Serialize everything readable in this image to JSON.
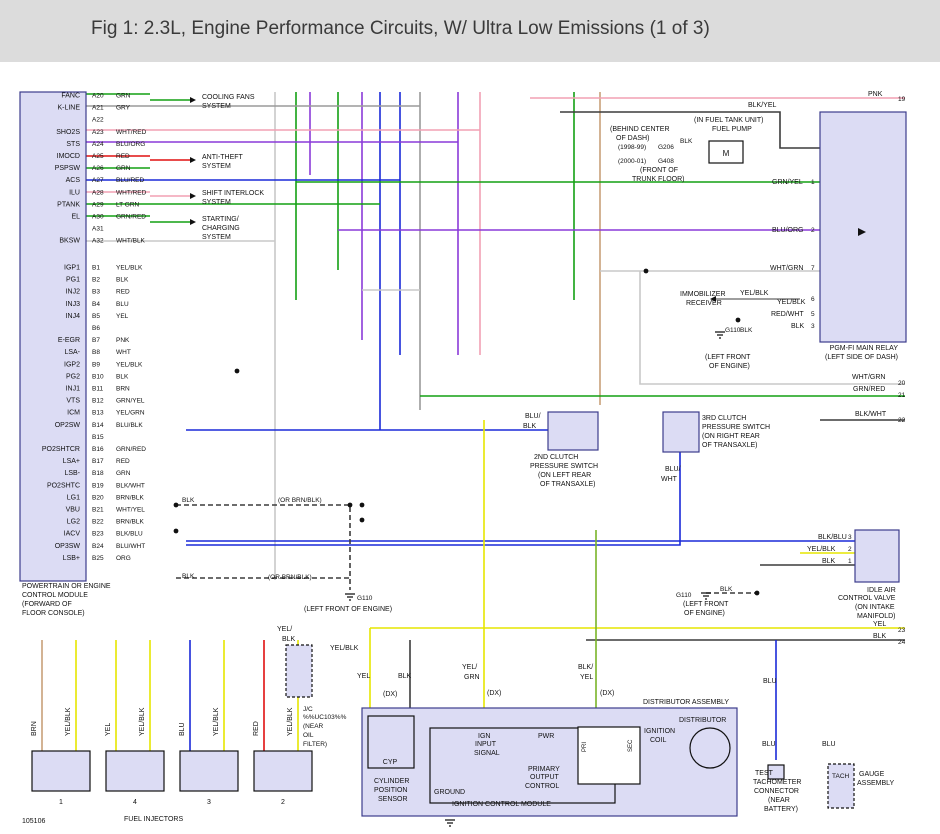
{
  "title": "Fig 1: 2.3L, Engine Performance Circuits, W/ Ultra Low Emissions (1 of 3)",
  "figure_id": "105106",
  "colors": {
    "header_bg": "#dcdcdc",
    "module_fill": "#dcdcf4",
    "module_stroke": "#3c3c8c",
    "green": "#14a014",
    "white_wire": "#c8c8c8",
    "blue": "#1a2ad8",
    "orange": "#ff8c00",
    "red": "#e01010",
    "gray": "#9a9a9a",
    "purple": "#8a3ad8",
    "pink": "#f2a0b4",
    "yellow": "#e6e600",
    "brown": "#c8a07a",
    "dark": "#3c3c3c",
    "green_black": "#7ab428"
  },
  "pcm": {
    "label": "POWERTRAIN OR ENGINE CONTROL MODULE (FORWARD OF FLOOR CONSOLE)",
    "pins_a": [
      {
        "n": "FANC",
        "p": "A20",
        "w": "GRN",
        "c": "green"
      },
      {
        "n": "K-LINE",
        "p": "A21",
        "w": "GRY",
        "c": "gray"
      },
      {
        "n": "",
        "p": "A22",
        "w": "",
        "c": ""
      },
      {
        "n": "SHO2S",
        "p": "A23",
        "w": "WHT/RED",
        "c": "pink"
      },
      {
        "n": "STS",
        "p": "A24",
        "w": "BLU/ORG",
        "c": "purple"
      },
      {
        "n": "IMOCD",
        "p": "A25",
        "w": "RED",
        "c": "red"
      },
      {
        "n": "PSPSW",
        "p": "A26",
        "w": "GRN",
        "c": "green"
      },
      {
        "n": "ACS",
        "p": "A27",
        "w": "BLU/RED",
        "c": "blue"
      },
      {
        "n": "ILU",
        "p": "A28",
        "w": "WHT/RED",
        "c": "red"
      },
      {
        "n": "PTANK",
        "p": "A29",
        "w": "LT GRN",
        "c": "green"
      },
      {
        "n": "EL",
        "p": "A30",
        "w": "GRN/RED",
        "c": "green"
      },
      {
        "n": "",
        "p": "A31",
        "w": "",
        "c": ""
      },
      {
        "n": "BKSW",
        "p": "A32",
        "w": "WHT/BLK",
        "c": "white_wire"
      }
    ],
    "pins_b": [
      {
        "n": "IGP1",
        "p": "B1",
        "w": "YEL/BLK",
        "c": "yellow"
      },
      {
        "n": "PG1",
        "p": "B2",
        "w": "BLK",
        "c": "dark"
      },
      {
        "n": "INJ2",
        "p": "B3",
        "w": "RED",
        "c": "red"
      },
      {
        "n": "INJ3",
        "p": "B4",
        "w": "BLU",
        "c": "blue"
      },
      {
        "n": "INJ4",
        "p": "B5",
        "w": "YEL",
        "c": "yellow"
      },
      {
        "n": "",
        "p": "B6",
        "w": "",
        "c": ""
      },
      {
        "n": "E-EGR",
        "p": "B7",
        "w": "PNK",
        "c": "pink"
      },
      {
        "n": "LSA-",
        "p": "B8",
        "w": "WHT",
        "c": "white_wire"
      },
      {
        "n": "IGP2",
        "p": "B9",
        "w": "YEL/BLK",
        "c": "yellow"
      },
      {
        "n": "PG2",
        "p": "B10",
        "w": "BLK",
        "c": "dark"
      },
      {
        "n": "INJ1",
        "p": "B11",
        "w": "BRN",
        "c": "brown"
      },
      {
        "n": "VTS",
        "p": "B12",
        "w": "GRN/YEL",
        "c": "green"
      },
      {
        "n": "ICM",
        "p": "B13",
        "w": "YEL/GRN",
        "c": "yellow"
      },
      {
        "n": "OP2SW",
        "p": "B14",
        "w": "BLU/BLK",
        "c": "blue"
      },
      {
        "n": "",
        "p": "B15",
        "w": "",
        "c": ""
      },
      {
        "n": "PO2SHTCR",
        "p": "B16",
        "w": "GRN/RED",
        "c": "green"
      },
      {
        "n": "LSA+",
        "p": "B17",
        "w": "RED",
        "c": "red"
      },
      {
        "n": "LSB-",
        "p": "B18",
        "w": "GRN",
        "c": "green"
      },
      {
        "n": "PO2SHTC",
        "p": "B19",
        "w": "BLK/WHT",
        "c": "dark"
      },
      {
        "n": "LG1",
        "p": "B20",
        "w": "BRN/BLK",
        "c": "dark"
      },
      {
        "n": "VBU",
        "p": "B21",
        "w": "WHT/YEL",
        "c": "yellow"
      },
      {
        "n": "LG2",
        "p": "B22",
        "w": "BRN/BLK",
        "c": "dark"
      },
      {
        "n": "IACV",
        "p": "B23",
        "w": "BLK/BLU",
        "c": "blue"
      },
      {
        "n": "OP3SW",
        "p": "B24",
        "w": "BLU/WHT",
        "c": "blue"
      },
      {
        "n": "LSB+",
        "p": "B25",
        "w": "ORG",
        "c": "orange"
      }
    ]
  },
  "arrows": [
    {
      "text": "COOLING FANS",
      "text2": "SYSTEM"
    },
    {
      "text": "ANTI-THEFT",
      "text2": "SYSTEM"
    },
    {
      "text": "SHIFT INTERLOCK",
      "text2": "SYSTEM"
    },
    {
      "text": "STARTING/",
      "text2": "CHARGING",
      "text3": "SYSTEM"
    }
  ],
  "labels": {
    "behind_center": "(BEHIND CENTER",
    "of_dash": "OF DASH)",
    "y9899": "(1998-99)",
    "g206": "G206",
    "blk": "BLK",
    "fuel_tank_unit": "(IN FUEL TANK UNIT)",
    "fuel_pump": "FUEL PUMP",
    "y0001": "(2000-01)",
    "g408": "G408",
    "front_of": "(FRONT OF",
    "trunk_floor": "TRUNK FLOOR)",
    "immobilizer": "IMMOBILIZER",
    "receiver": "RECEIVER",
    "g110": "G110",
    "left_front": "(LEFT FRONT",
    "of_engine": "OF ENGINE)",
    "relay": "PGM-FI MAIN RELAY",
    "relay2": "(LEFT SIDE OF DASH)",
    "sw2_1": "2ND CLUTCH",
    "sw2_2": "PRESSURE SWITCH",
    "sw2_3": "(ON LEFT REAR",
    "sw2_4": "OF TRANSAXLE)",
    "sw3_1": "3RD CLUTCH",
    "sw3_2": "PRESSURE SWITCH",
    "sw3_3": "(ON RIGHT REAR",
    "sw3_4": "OF TRANSAXLE)",
    "or_brn_blk": "(OR BRN/BLK)",
    "g110_front": "(LEFT FRONT OF ENGINE)",
    "iacv1": "IDLE AIR",
    "iacv2": "CONTROL VALVE",
    "iacv3": "(ON INTAKE",
    "iacv4": "MANIFOLD)",
    "jc1": "J/C",
    "jc2": "%%UC103%%",
    "jc3": "(NEAR",
    "jc4": "OIL",
    "jc5": "FILTER)",
    "distributor_assembly": "DISTRIBUTOR ASSEMBLY",
    "distributor": "DISTRIBUTOR",
    "ignition_coil1": "IGNITION",
    "ignition_coil2": "COIL",
    "ign_input1": "IGN",
    "ign_input2": "INPUT",
    "ign_input3": "SIGNAL",
    "pwr": "PWR",
    "primary1": "PRIMARY",
    "primary2": "OUTPUT",
    "primary3": "CONTROL",
    "pri": "PRI",
    "sec": "SEC",
    "cyp": "CYP",
    "cyl1": "CYLINDER",
    "cyl2": "POSITION",
    "cyl3": "SENSOR",
    "ground": "GROUND",
    "icm": "IGNITION CONTROL MODULE",
    "tach1": "TEST",
    "tach2": "TACHOMETER",
    "tach3": "CONNECTOR",
    "tach4": "(NEAR",
    "tach5": "BATTERY)",
    "gauge1": "GAUGE",
    "gauge2": "ASSEMBLY",
    "tach": "TACH",
    "fuel_injectors": "FUEL INJECTORS",
    "dx": "(DX)"
  },
  "right_wires": [
    {
      "w": "PNK",
      "n": "19"
    },
    {
      "w": "BLK/YEL",
      "n": ""
    },
    {
      "w": "GRN/YEL",
      "n": "1"
    },
    {
      "w": "BLU/ORG",
      "n": "2"
    },
    {
      "w": "WHT/GRN",
      "n": "7"
    },
    {
      "w": "YEL/BLK",
      "n": "6"
    },
    {
      "w": "RED/WHT",
      "n": "5"
    },
    {
      "w": "BLK",
      "n": "3"
    },
    {
      "w": "WHT/GRN",
      "n": "20"
    },
    {
      "w": "GRN/RED",
      "n": "21"
    },
    {
      "w": "BLK/WHT",
      "n": "22"
    },
    {
      "w": "YEL",
      "n": "23"
    },
    {
      "w": "BLK",
      "n": "24"
    }
  ],
  "iacv_pins": [
    {
      "w": "BLK/BLU",
      "n": "3"
    },
    {
      "w": "YEL/BLK",
      "n": "2"
    },
    {
      "w": "BLK",
      "n": "1"
    }
  ],
  "injectors": [
    {
      "num": "1",
      "w1": "BRN",
      "w2": "YEL/BLK"
    },
    {
      "num": "4",
      "w1": "YEL",
      "w2": "YEL/BLK"
    },
    {
      "num": "3",
      "w1": "BLU",
      "w2": "YEL/BLK"
    },
    {
      "num": "2",
      "w1": "RED",
      "w2": "YEL/BLK"
    }
  ]
}
